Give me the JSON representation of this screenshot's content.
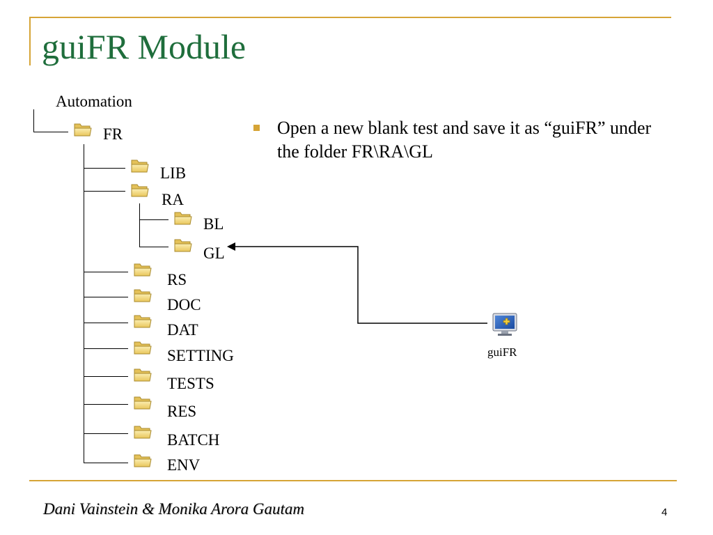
{
  "slide": {
    "title": "guiFR Module",
    "bullet": "Open a new blank test and save it as “guiFR” under the folder FR\\RA\\GL"
  },
  "tree": {
    "root": "Automation",
    "fr": "FR",
    "lib": "LIB",
    "ra": "RA",
    "bl": "BL",
    "gl": "GL",
    "rs": "RS",
    "doc": "DOC",
    "dat": "DAT",
    "setting": "SETTING",
    "tests": "TESTS",
    "res": "RES",
    "batch": "BATCH",
    "env": "ENV"
  },
  "app": {
    "label": "guiFR",
    "icon": "application-window-icon"
  },
  "footer": {
    "authors": "Dani Vainstein & Monika Arora Gautam",
    "page": "4"
  },
  "colors": {
    "title": "#1f6e3c",
    "accent": "#d6a436",
    "folder": "#f3dc8a"
  }
}
